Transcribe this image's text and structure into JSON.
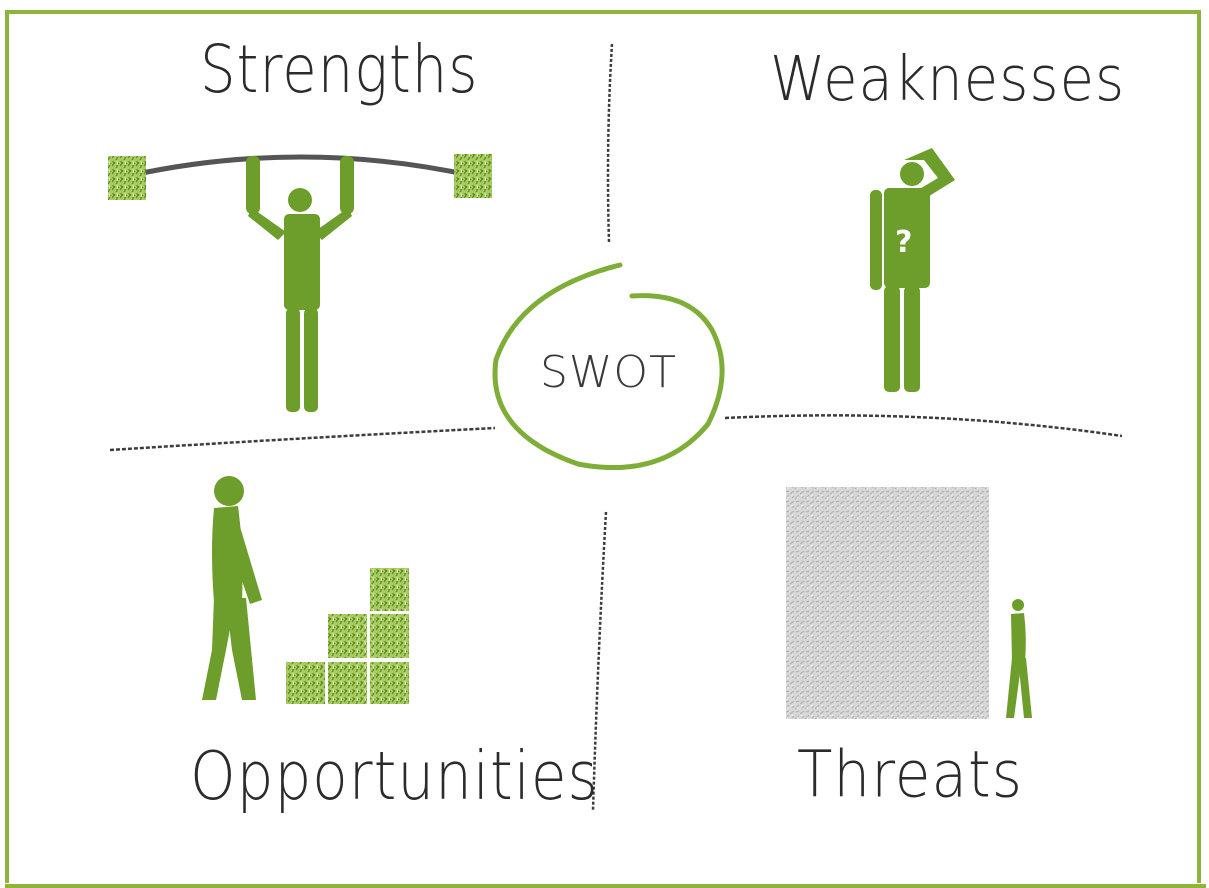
{
  "center_label": "SWOT",
  "quadrants": {
    "strengths": "Strengths",
    "weaknesses": "Weaknesses",
    "opportunities": "Opportunities",
    "threats": "Threats"
  },
  "colors": {
    "accent": "#6d9d2a",
    "accent_light": "#a6c860",
    "border": "#8db53c",
    "sketch_line": "#3c3c3c",
    "threat_block": "#c9c9c9",
    "text": "#2b2b2b"
  },
  "icons": [
    "barbell-icon",
    "figure-lifting-icon",
    "figure-confused-icon",
    "question-mark-icon",
    "figure-walking-icon",
    "stacked-blocks-icon",
    "wall-block-icon",
    "small-walking-figure-icon",
    "swot-circle-icon"
  ]
}
